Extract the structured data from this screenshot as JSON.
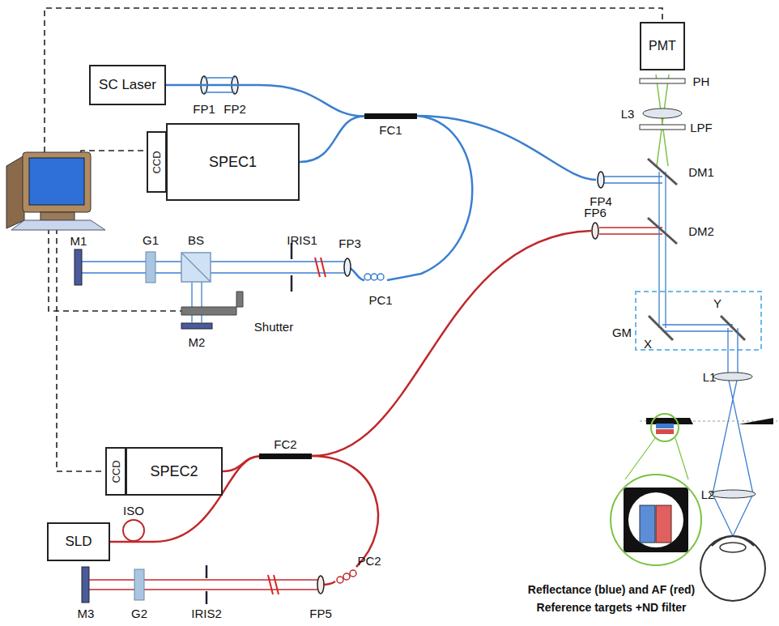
{
  "diagram": {
    "nodes": [
      {
        "text": [
          "SC Laser"
        ]
      },
      {
        "text": [
          "CCD"
        ]
      },
      {
        "text": [
          "SPEC1"
        ]
      },
      {
        "text": [
          "FC1"
        ]
      },
      {
        "text": [
          "PMT"
        ]
      },
      {
        "text": [
          "CCD"
        ]
      },
      {
        "text": [
          "SPEC2"
        ]
      },
      {
        "text": [
          "FC2"
        ]
      },
      {
        "text": [
          "SLD"
        ]
      }
    ],
    "edges": [
      {
        "from": 0,
        "to": 3,
        "arrow": "none"
      },
      {
        "from": 2,
        "to": 3,
        "arrow": "none"
      },
      {
        "from": 8,
        "to": 7,
        "arrow": "none"
      },
      {
        "from": 6,
        "to": 7,
        "arrow": "none"
      }
    ],
    "labels": [
      "FP1",
      "FP2",
      "FP3",
      "PC1",
      "IRIS1",
      "BS",
      "G1",
      "M1",
      "M2",
      "Shutter",
      "FP4",
      "DM1",
      "DM2",
      "FP6",
      "LPF",
      "L3",
      "PH",
      "GM",
      "X",
      "Y",
      "L1",
      "L2",
      "ISO",
      "PC2",
      "FP5",
      "IRIS2",
      "G2",
      "M3",
      "Reflectance (blue) and AF (red)",
      "Reference targets +ND filter"
    ]
  }
}
